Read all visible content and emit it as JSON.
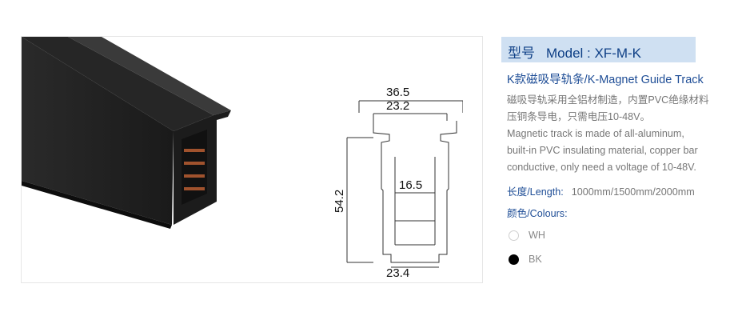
{
  "product": {
    "model_prefix": "型号",
    "model": "Model : XF-M-K",
    "title": "K款磁吸导轨条/K-Magnet Guide Track",
    "description_cn": [
      "磁吸导轨采用全铝材制造，内置PVC绝缘材料",
      "压铜条导电，只需电压10-48V。"
    ],
    "description_en": [
      "Magnetic track is made of all-aluminum,",
      "built-in PVC insulating material, copper bar",
      "conductive, only need a voltage of 10-48V."
    ],
    "length_label": "长度/Length:",
    "length_value": "1000mm/1500mm/2000mm",
    "colours_label": "颜色/Colours:",
    "colours": [
      {
        "name": "WH",
        "hex": "#ffffff"
      },
      {
        "name": "BK",
        "hex": "#000000"
      }
    ]
  },
  "drawing": {
    "top_width": "36.5",
    "inner_top_width": "23.2",
    "height": "54.2",
    "inner_width": "16.5",
    "bottom_width": "23.4"
  },
  "colors": {
    "accent_text": "#1e4d96",
    "model_bar": "#cfe0f2"
  }
}
